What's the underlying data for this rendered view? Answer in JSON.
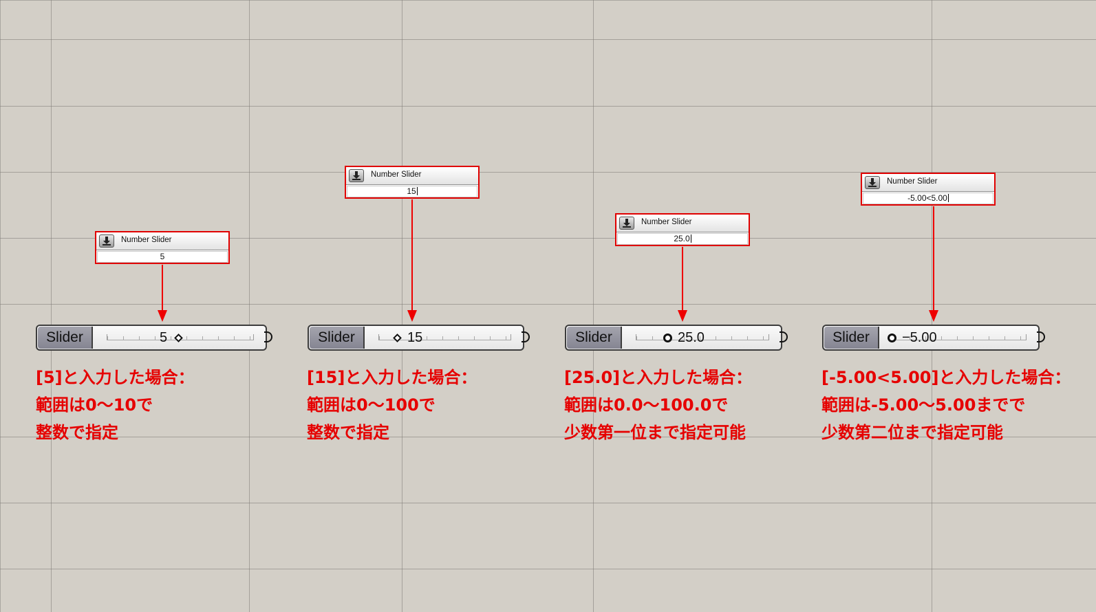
{
  "popup_title": "Number Slider",
  "slider_label": "Slider",
  "examples": [
    {
      "popup_value": "5",
      "slider_value": "5",
      "captions": [
        "[5]と入力した場合：",
        "範囲は0〜10で",
        "整数で指定"
      ]
    },
    {
      "popup_value": "15",
      "slider_value": "15",
      "captions": [
        "[15]と入力した場合：",
        "範囲は0〜100で",
        "整数で指定"
      ]
    },
    {
      "popup_value": "25.0",
      "slider_value": "25.0",
      "captions": [
        "[25.0]と入力した場合：",
        "範囲は0.0〜100.0で",
        "少数第一位まで指定可能"
      ]
    },
    {
      "popup_value": "-5.00<5.00",
      "slider_value": "−5.00",
      "captions": [
        "[-5.00<5.00]と入力した場合：",
        "範囲は-5.00〜5.00までで",
        "少数第二位まで指定可能"
      ]
    }
  ],
  "colors": {
    "annotation": "#e00000",
    "canvas": "#d3cfc7",
    "slider_label_fill": "#8e8e9a"
  }
}
